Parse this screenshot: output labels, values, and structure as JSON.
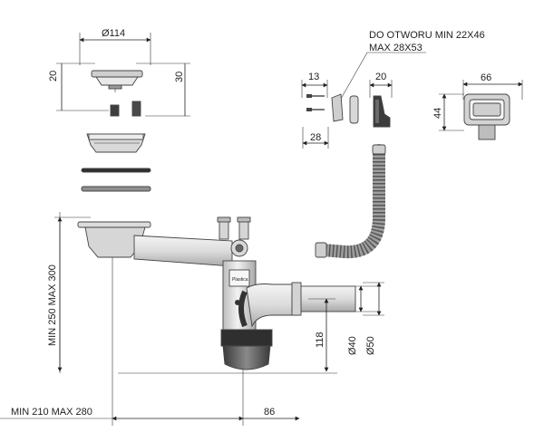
{
  "labels": {
    "strainer_diameter": "Ø114",
    "strainer_depth_left": "20",
    "strainer_depth_right": "30",
    "overflow_note_line1": "DO OTWORU MIN 22X46",
    "overflow_note_line2": "MAX 28X53",
    "screw_width": "13",
    "clip_width": "20",
    "screw_length": "28",
    "overflow_width": "66",
    "overflow_height": "44",
    "trap_height": "MIN 250 MAX 300",
    "outlet_height": "118",
    "outlet_d40": "Ø40",
    "outlet_d50": "Ø50",
    "horizontal_span": "MIN 210 MAX 280",
    "outlet_offset": "86",
    "brand_badge": "Plastica"
  },
  "colors": {
    "line": "#222222",
    "part_light": "#e6e6e6",
    "part_mid": "#bdbdbd",
    "part_dark": "#5a5a5a"
  }
}
